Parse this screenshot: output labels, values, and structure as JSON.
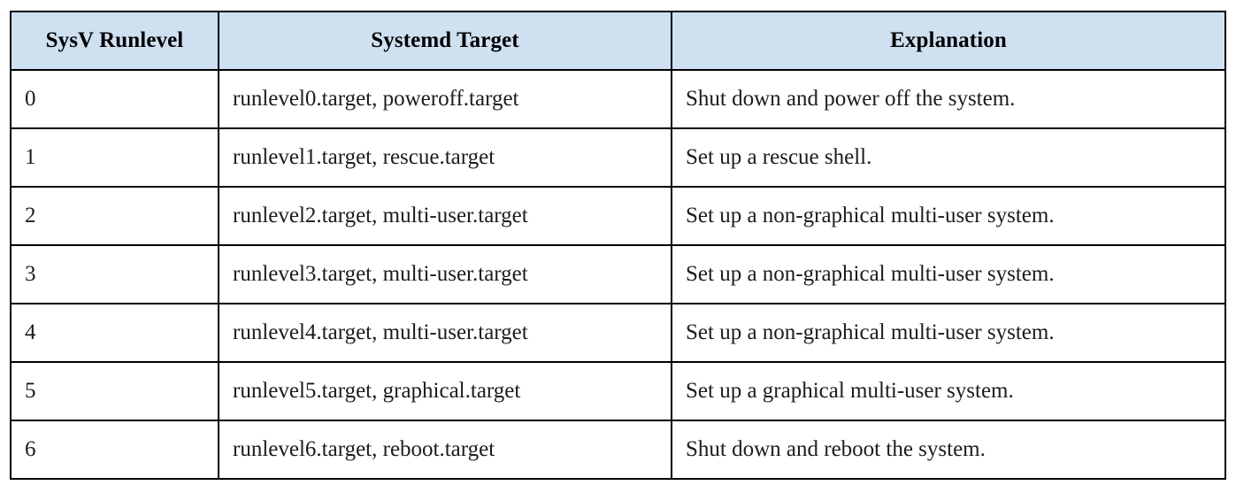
{
  "table": {
    "style": {
      "header_background": "#cfe0f1",
      "header_text_color": "#000000",
      "body_text_color": "#1c1c1c",
      "border_color": "#000000",
      "page_background": "#ffffff"
    },
    "columns": [
      {
        "key": "runlevel",
        "label": "SysV Runlevel"
      },
      {
        "key": "target",
        "label": "Systemd Target"
      },
      {
        "key": "explanation",
        "label": "Explanation"
      }
    ],
    "rows": [
      {
        "runlevel": "0",
        "target": "runlevel0.target, poweroff.target",
        "explanation": "Shut down and power off the system."
      },
      {
        "runlevel": "1",
        "target": "runlevel1.target, rescue.target",
        "explanation": "Set up a rescue shell."
      },
      {
        "runlevel": "2",
        "target": "runlevel2.target, multi-user.target",
        "explanation": "Set up a non-graphical multi-user system."
      },
      {
        "runlevel": "3",
        "target": "runlevel3.target, multi-user.target",
        "explanation": "Set up a non-graphical multi-user system."
      },
      {
        "runlevel": "4",
        "target": "runlevel4.target, multi-user.target",
        "explanation": "Set up a non-graphical multi-user system."
      },
      {
        "runlevel": "5",
        "target": "runlevel5.target, graphical.target",
        "explanation": "Set up a graphical multi-user system."
      },
      {
        "runlevel": "6",
        "target": "runlevel6.target, reboot.target",
        "explanation": "Shut down and reboot the system."
      }
    ]
  }
}
